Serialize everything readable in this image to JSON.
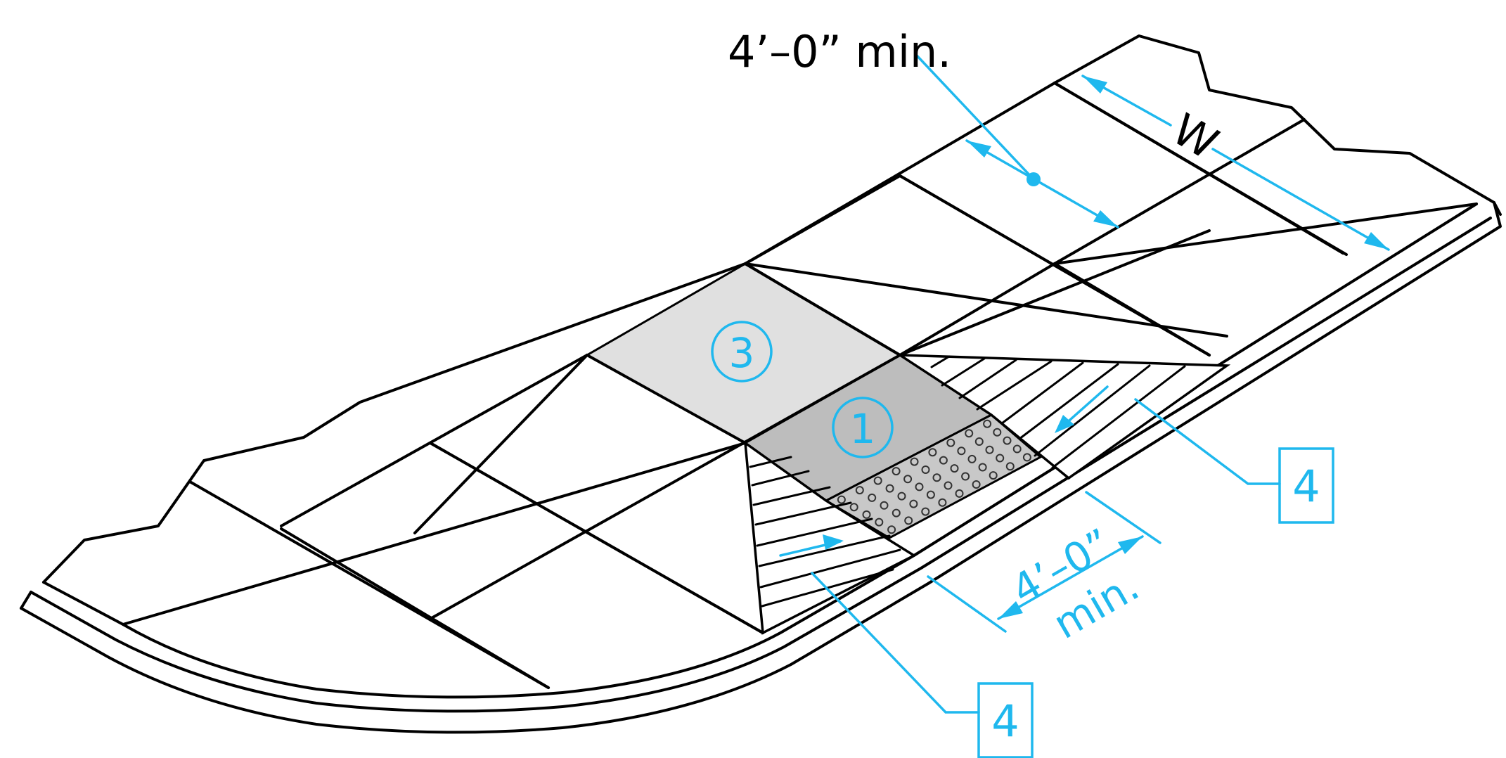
{
  "diagram": {
    "dim_top": "4’–0” min.",
    "dim_width": "W",
    "dim_ramp_line1": "4’–0”",
    "dim_ramp_line2": "min.",
    "callout_1": "1",
    "callout_3": "3",
    "note_right": "4",
    "note_bottom": "4"
  },
  "colors": {
    "accent": "#1fb8ee",
    "landing_fill": "#bdbdbd",
    "upper_square_fill": "#e0e0e0",
    "line": "#000000"
  }
}
